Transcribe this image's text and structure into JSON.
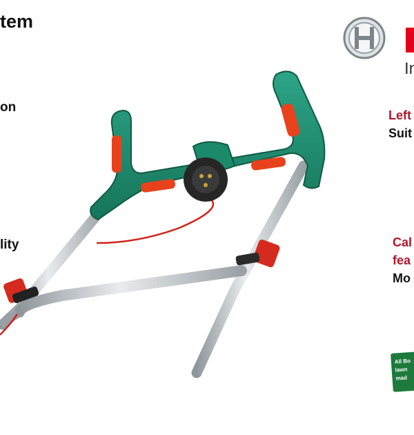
{
  "left_panel": {
    "title": "tem",
    "label_1": "on",
    "label_2": "lity"
  },
  "brand": {
    "tagline": "In"
  },
  "right_panel": {
    "feature_1_heading": "Left",
    "feature_1_text": "Suit",
    "feature_2_heading_line1": "Cal",
    "feature_2_heading_line2": "fea",
    "feature_2_text": "Mo"
  },
  "badge": {
    "line1": "All Bo",
    "line2": "lawn",
    "line3": "mad"
  },
  "colors": {
    "accent_red": "#b0172f",
    "brand_red": "#e2001a",
    "product_green": "#1f8a6a",
    "product_orange": "#e8421c",
    "badge_green": "#1d7a3c"
  }
}
